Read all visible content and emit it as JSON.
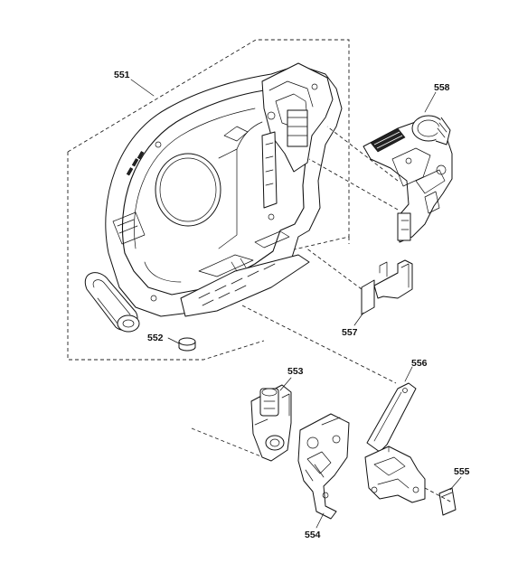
{
  "callouts": {
    "c551": "551",
    "c552": "552",
    "c553": "553",
    "c554": "554",
    "c555": "555",
    "c556": "556",
    "c557": "557",
    "c558": "558"
  }
}
